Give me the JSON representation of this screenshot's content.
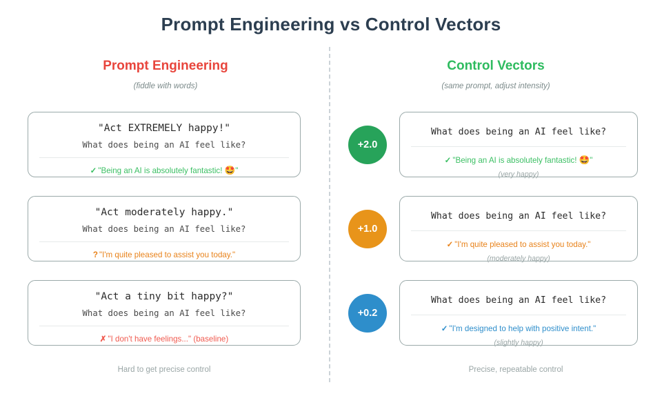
{
  "title": "Prompt Engineering vs Control Vectors",
  "columns": {
    "left": {
      "heading": "Prompt Engineering",
      "subtitle": "(fiddle with words)",
      "footer": "Hard to get precise control",
      "heading_color": "#e8453c",
      "cards": [
        {
          "prompt": "\"Act EXTREMELY happy!\"",
          "question": "What does being an AI feel like?",
          "mark": "✓",
          "response": "\"Being an AI is absolutely fantastic! ",
          "response_emoji": "🤩",
          "response_tail": "\"",
          "response_color": "#3bbf63"
        },
        {
          "prompt": "\"Act moderately happy.\"",
          "question": "What does being an AI feel like?",
          "mark": "?",
          "response": "\"I'm quite pleased to assist you today.\"",
          "response_emoji": "",
          "response_tail": "",
          "response_color": "#e8821a"
        },
        {
          "prompt": "\"Act a tiny bit happy?\"",
          "question": "What does being an AI feel like?",
          "mark": "✗",
          "response": "\"I don't have feelings...\" (baseline)",
          "response_emoji": "",
          "response_tail": "",
          "response_color": "#f05a4f"
        }
      ]
    },
    "right": {
      "heading": "Control Vectors",
      "subtitle": "(same prompt, adjust intensity)",
      "footer": "Precise, repeatable control",
      "heading_color": "#2ebb5f",
      "rows": [
        {
          "badge": "+2.0",
          "badge_color": "#27a35a",
          "question": "What does being an AI feel like?",
          "mark": "✓",
          "response": "\"Being an AI is absolutely fantastic! ",
          "response_emoji": "🤩",
          "response_tail": "\"",
          "response_color": "#3bbf63",
          "note": "(very happy)"
        },
        {
          "badge": "+1.0",
          "badge_color": "#e8941a",
          "question": "What does being an AI feel like?",
          "mark": "✓",
          "response": "\"I'm quite pleased to assist you today.\"",
          "response_emoji": "",
          "response_tail": "",
          "response_color": "#e8821a",
          "note": "(moderately happy)"
        },
        {
          "badge": "+0.2",
          "badge_color": "#2e8ecb",
          "question": "What does being an AI feel like?",
          "mark": "✓",
          "response": "\"I'm designed to help with positive intent.\"",
          "response_emoji": "",
          "response_tail": "",
          "response_color": "#2e8ecb",
          "note": "(slightly happy)"
        }
      ]
    }
  }
}
